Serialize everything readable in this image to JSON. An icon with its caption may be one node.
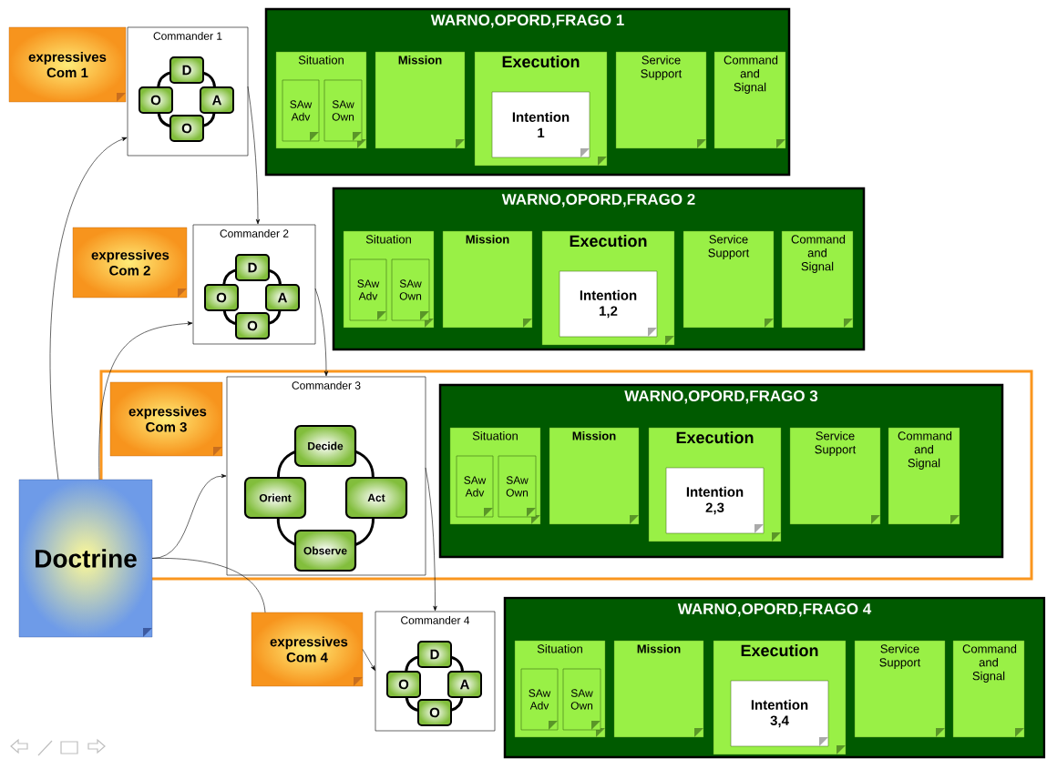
{
  "diagram": {
    "nodes": [
      {
        "text": [
          "expressives Com 1"
        ]
      },
      {
        "text": [
          "Commander 1"
        ]
      },
      {
        "text": [
          "D"
        ],
        "in": 1
      },
      {
        "text": [
          "O"
        ],
        "in": 1
      },
      {
        "text": [
          "A"
        ],
        "in": 1
      },
      {
        "text": [
          "O"
        ],
        "in": 1
      },
      {
        "text": [
          "WARNO,OPORD,FRAGO 1"
        ]
      },
      {
        "text": [
          "Situation"
        ],
        "in": 6
      },
      {
        "text": [
          "SAw Adv"
        ],
        "in": 7
      },
      {
        "text": [
          "SAw Own"
        ],
        "in": 7
      },
      {
        "text": [
          "Mission"
        ],
        "in": 6
      },
      {
        "text": [
          "Execution"
        ],
        "in": 6
      },
      {
        "text": [
          "Intention 1"
        ],
        "in": 11
      },
      {
        "text": [
          "Service Support"
        ],
        "in": 6
      },
      {
        "text": [
          "Command and Signal"
        ],
        "in": 6
      },
      {
        "text": [
          "expressives Com 2"
        ]
      },
      {
        "text": [
          "Commander 2"
        ]
      },
      {
        "text": [
          "D"
        ],
        "in": 16
      },
      {
        "text": [
          "O"
        ],
        "in": 16
      },
      {
        "text": [
          "A"
        ],
        "in": 16
      },
      {
        "text": [
          "O"
        ],
        "in": 16
      },
      {
        "text": [
          "WARNO,OPORD,FRAGO 2"
        ]
      },
      {
        "text": [
          "Situation"
        ],
        "in": 21
      },
      {
        "text": [
          "SAw Adv"
        ],
        "in": 22
      },
      {
        "text": [
          "SAw Own"
        ],
        "in": 22
      },
      {
        "text": [
          "Mission"
        ],
        "in": 21
      },
      {
        "text": [
          "Execution"
        ],
        "in": 21
      },
      {
        "text": [
          "Intention 1,2"
        ],
        "in": 26
      },
      {
        "text": [
          "Service Support"
        ],
        "in": 21
      },
      {
        "text": [
          "Command and Signal"
        ],
        "in": 21
      },
      {
        "text": [],
        "shape": "box"
      },
      {
        "text": [
          "expressives Com 3"
        ],
        "in": 30
      },
      {
        "text": [
          "Commander 3"
        ],
        "in": 30
      },
      {
        "text": [
          "Decide"
        ],
        "in": 32
      },
      {
        "text": [
          "Orient"
        ],
        "in": 32
      },
      {
        "text": [
          "Act"
        ],
        "in": 32
      },
      {
        "text": [
          "Observe"
        ],
        "in": 32
      },
      {
        "text": [
          "WARNO,OPORD,FRAGO 3"
        ],
        "in": 30
      },
      {
        "text": [
          "Situation"
        ],
        "in": 37
      },
      {
        "text": [
          "SAw Adv"
        ],
        "in": 38
      },
      {
        "text": [
          "SAw Own"
        ],
        "in": 38
      },
      {
        "text": [
          "Mission"
        ],
        "in": 37
      },
      {
        "text": [
          "Execution"
        ],
        "in": 37
      },
      {
        "text": [
          "Intention 2,3"
        ],
        "in": 42
      },
      {
        "text": [
          "Service Support"
        ],
        "in": 37
      },
      {
        "text": [
          "Command and Signal"
        ],
        "in": 37
      },
      {
        "text": [
          "Doctrine"
        ]
      },
      {
        "text": [
          "expressives Com 4"
        ]
      },
      {
        "text": [
          "Commander 4"
        ]
      },
      {
        "text": [
          "D"
        ],
        "in": 48
      },
      {
        "text": [
          "O"
        ],
        "in": 48
      },
      {
        "text": [
          "A"
        ],
        "in": 48
      },
      {
        "text": [
          "O"
        ],
        "in": 48
      },
      {
        "text": [
          "WARNO,OPORD,FRAGO 4"
        ]
      },
      {
        "text": [
          "Situation"
        ],
        "in": 53
      },
      {
        "text": [
          "SAw Adv"
        ],
        "in": 54
      },
      {
        "text": [
          "SAw Own"
        ],
        "in": 54
      },
      {
        "text": [
          "Mission"
        ],
        "in": 53
      },
      {
        "text": [
          "Execution"
        ],
        "in": 53
      },
      {
        "text": [
          "Intention 3,4"
        ],
        "in": 58
      },
      {
        "text": [
          "Service Support"
        ],
        "in": 53
      },
      {
        "text": [
          "Command and Signal"
        ],
        "in": 53
      }
    ],
    "edges": [
      {
        "from": 46,
        "to": 1,
        "arrow": "to"
      },
      {
        "from": 46,
        "to": 16,
        "arrow": "to"
      },
      {
        "from": 46,
        "to": 32,
        "arrow": "to"
      },
      {
        "from": 46,
        "to": 47,
        "arrow": "none"
      },
      {
        "from": 47,
        "to": 48,
        "arrow": "to"
      },
      {
        "from": 1,
        "to": 16,
        "arrow": "to"
      },
      {
        "from": 16,
        "to": 32,
        "arrow": "to"
      },
      {
        "from": 32,
        "to": 48,
        "arrow": "to"
      },
      {
        "from": 2,
        "to": 4,
        "arrow": "none"
      },
      {
        "from": 4,
        "to": 5,
        "arrow": "none"
      },
      {
        "from": 5,
        "to": 3,
        "arrow": "none"
      },
      {
        "from": 3,
        "to": 2,
        "arrow": "none"
      },
      {
        "from": 17,
        "to": 19,
        "arrow": "none"
      },
      {
        "from": 19,
        "to": 20,
        "arrow": "none"
      },
      {
        "from": 20,
        "to": 18,
        "arrow": "none"
      },
      {
        "from": 18,
        "to": 17,
        "arrow": "none"
      },
      {
        "from": 33,
        "to": 35,
        "arrow": "none"
      },
      {
        "from": 35,
        "to": 36,
        "arrow": "none"
      },
      {
        "from": 36,
        "to": 34,
        "arrow": "none"
      },
      {
        "from": 34,
        "to": 33,
        "arrow": "none"
      },
      {
        "from": 49,
        "to": 51,
        "arrow": "none"
      },
      {
        "from": 51,
        "to": 52,
        "arrow": "none"
      },
      {
        "from": 52,
        "to": 50,
        "arrow": "none"
      },
      {
        "from": 50,
        "to": 49,
        "arrow": "none"
      }
    ]
  }
}
